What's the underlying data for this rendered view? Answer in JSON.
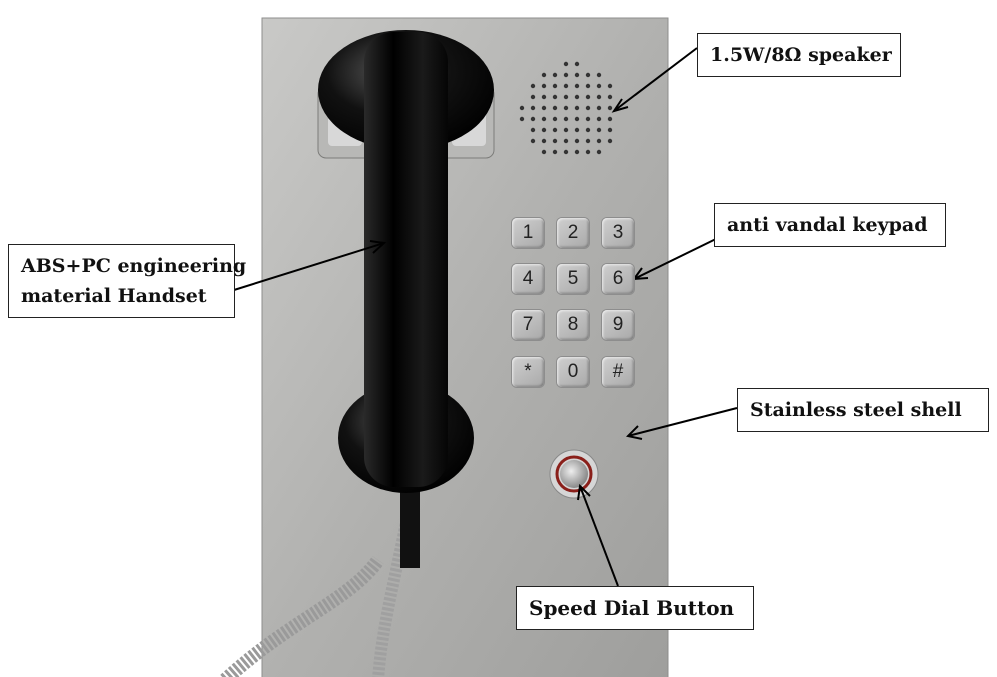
{
  "annotations": {
    "speaker": "1.5W/8Ω speaker",
    "keypad": "anti vandal keypad",
    "handset_line1": "ABS+PC engineering",
    "handset_line2": "material Handset",
    "shell": "Stainless steel shell",
    "speed_dial": "Speed Dial Button"
  },
  "keypad": {
    "keys": [
      "1",
      "2",
      "3",
      "4",
      "5",
      "6",
      "7",
      "8",
      "9",
      "*",
      "0",
      "#"
    ]
  },
  "colors": {
    "panel": "#b4b4b2",
    "handset": "#111111",
    "button_ring": "#8a1f1a"
  }
}
